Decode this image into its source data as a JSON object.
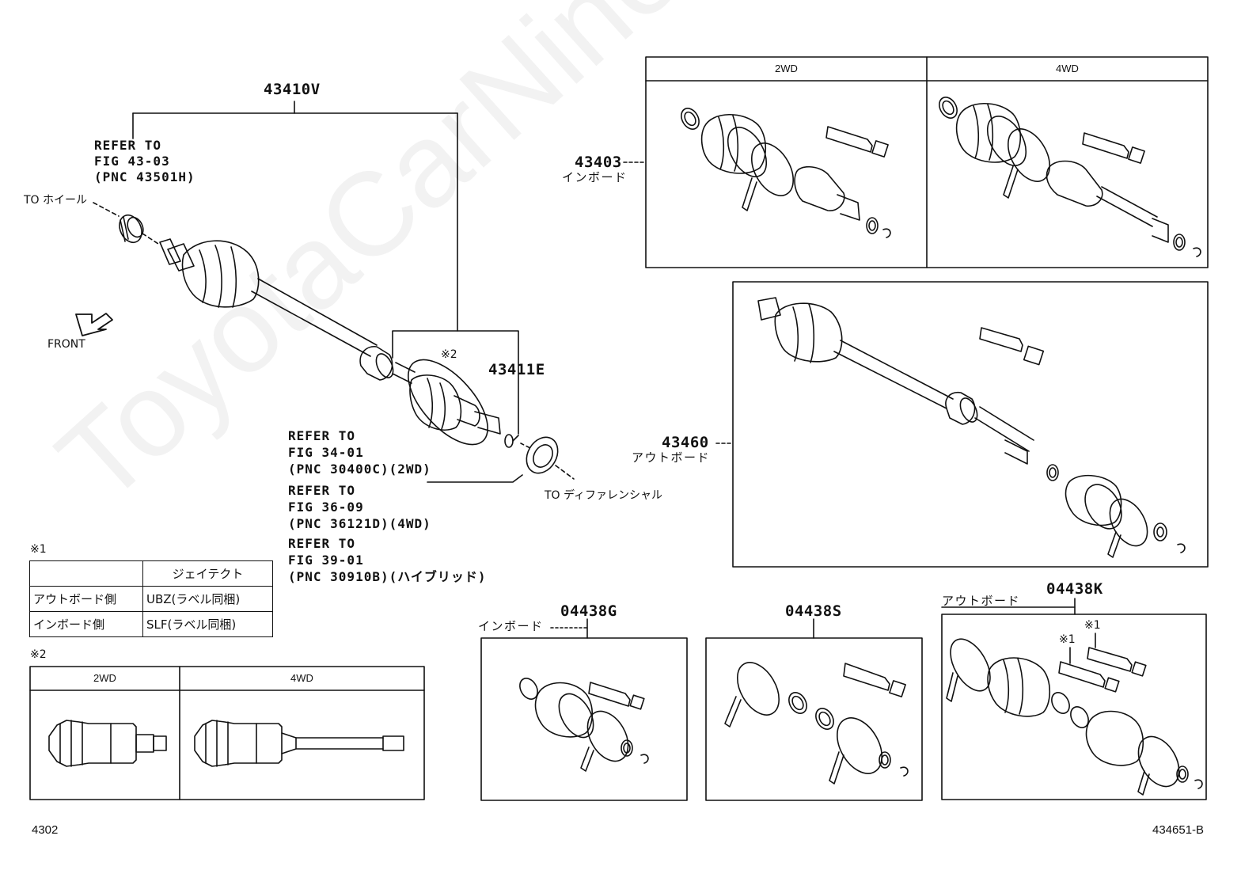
{
  "watermark": "ToyotaCarNiner.ru",
  "labels": {
    "assy": "43410V",
    "refer_hub": [
      "REFER TO",
      "FIG 43-03",
      "(PNC 43501H)"
    ],
    "to_wheel": "TO ホイール",
    "front": "FRONT",
    "note2_mark": "※2",
    "p43411e": "43411E",
    "refer_diff_1": [
      "REFER TO",
      "FIG 34-01",
      "(PNC 30400C)(2WD)"
    ],
    "refer_diff_2": [
      "REFER TO",
      "FIG 36-09",
      "(PNC 36121D)(4WD)"
    ],
    "refer_diff_3": [
      "REFER TO",
      "FIG 39-01",
      "(PNC 30910B)(ハイブリッド)"
    ],
    "to_diff": "TO ディファレンシャル",
    "p43403": "43403",
    "p43403_sub": "インボード",
    "p43460": "43460",
    "p43460_sub": "アウトボード",
    "p04438g": "04438G",
    "p04438g_sub": "インボード",
    "p04438s": "04438S",
    "p04438k": "04438K",
    "p04438k_sub": "アウトボード",
    "k_note1a": "※1",
    "k_note1b": "※1"
  },
  "box_43403": {
    "headers": [
      "2WD",
      "4WD"
    ]
  },
  "note1": {
    "mark": "※1",
    "col_header": "ジェイテクト",
    "rows": [
      {
        "side": "アウトボード側",
        "value": "UBZ(ラベル同梱)"
      },
      {
        "side": "インボード側",
        "value": "SLF(ラベル同梱)"
      }
    ]
  },
  "note2": {
    "mark": "※2",
    "headers": [
      "2WD",
      "4WD"
    ]
  },
  "footer": {
    "left": "4302",
    "right": "434651-B"
  }
}
